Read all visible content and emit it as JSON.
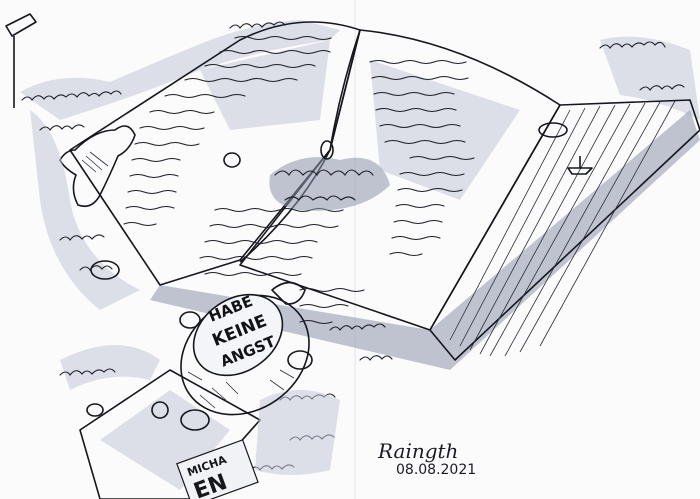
{
  "artwork": {
    "shell_lines": [
      "HABE",
      "KEINE",
      "ANGST"
    ],
    "signature": "Raingth",
    "date": "08.08.2021",
    "book_spine_lines": [
      "MICHA",
      "EN"
    ]
  }
}
